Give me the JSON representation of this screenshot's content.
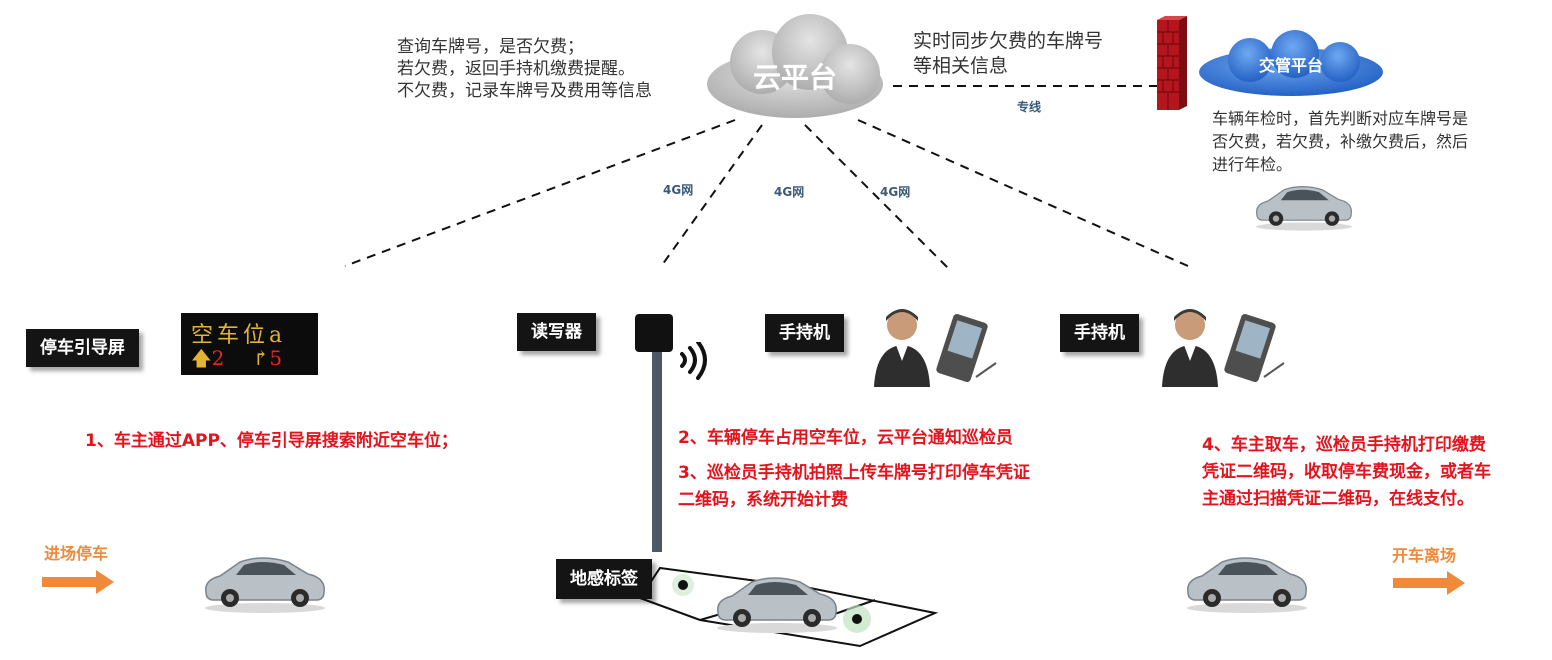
{
  "cloud": {
    "label": "云平台"
  },
  "traffic": {
    "label": "交管平台"
  },
  "query_text": [
    "查询车牌号，是否欠费；",
    "若欠费，返回手持机缴费提醒。",
    "不欠费，记录车牌号及费用等信息"
  ],
  "sync_text": [
    "实时同步欠费的车牌号",
    "等相关信息"
  ],
  "dedicated_line": "专线",
  "network_labels": [
    "4G网",
    "4G网",
    "4G网"
  ],
  "annual_text": [
    "车辆年检时，首先判断对应车牌号是",
    "否欠费，若欠费，补缴欠费后，然后",
    "进行年检。"
  ],
  "badges": {
    "guide_screen": "停车引导屏",
    "reader": "读写器",
    "handheld_1": "手持机",
    "handheld_2": "手持机",
    "ground_tag": "地感标签"
  },
  "sign": {
    "row1": "空车位a",
    "row2_a": "2",
    "row2_b": "5"
  },
  "steps": {
    "step1": "1、车主通过APP、停车引导屏搜索附近空车位；",
    "step2": "2、车辆停车占用空车位，云平台通知巡检员",
    "step3_line1": "3、巡检员手持机拍照上传车牌号打印停车凭证",
    "step3_line2": "二维码，系统开始计费",
    "step4_line1": "4、车主取车，巡检员手持机打印缴费",
    "step4_line2": "凭证二维码，收取停车费现金，或者车",
    "step4_line3": "主通过扫描凭证二维码，在线支付。"
  },
  "entry": "进场停车",
  "exit": "开车离场",
  "colors": {
    "red": "#e3141e",
    "orange": "#ef8a3d",
    "badge": "#141414",
    "cloud_gray": "#c8c8c8",
    "cloud_blue": "#3a78d6"
  }
}
